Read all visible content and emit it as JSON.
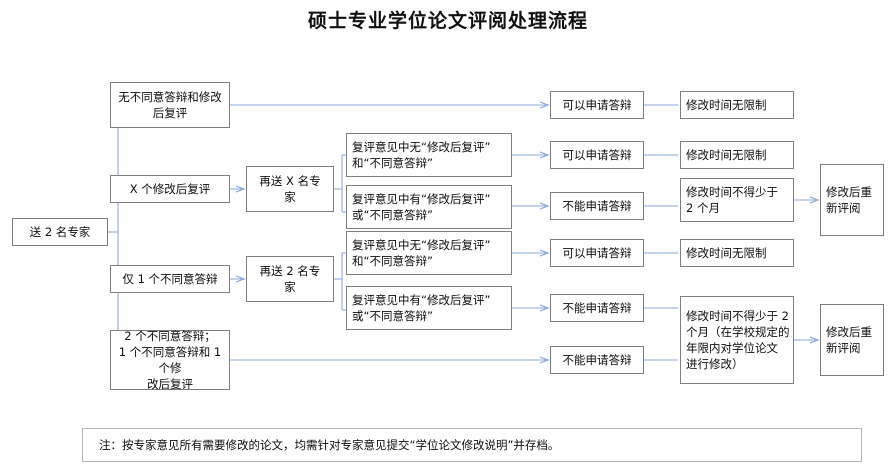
{
  "page": {
    "title": "硕士专业学位论文评阅处理流程",
    "accent_line_color": "#8faadc",
    "box_border_color": "#7f7f7f",
    "note_border_color": "#b7b7b7",
    "background": "#ffffff"
  },
  "nodes": {
    "start": {
      "label": "送 2 名专家"
    },
    "branch_a": {
      "label": "无不同意答辩和修改\n后复评"
    },
    "branch_b": {
      "label": "X 个修改后复评"
    },
    "branch_c": {
      "label": "仅 1 个不同意答辩"
    },
    "branch_d": {
      "label": "2 个不同意答辩；\n1 个不同意答辩和 1 个修\n改后复评"
    },
    "resend_x": {
      "label": "再送 X 名专\n家"
    },
    "resend_2": {
      "label": "再送 2 名专\n家"
    },
    "review_b1": {
      "label": "复评意见中无“修改后复评”\n和“不同意答辩”"
    },
    "review_b2": {
      "label": "复评意见中有“修改后复评”\n或“不同意答辩”"
    },
    "review_c1": {
      "label": "复评意见中无“修改后复评”\n和“不同意答辩”"
    },
    "review_c2": {
      "label": "复评意见中有“修改后复评”\n或“不同意答辩”"
    },
    "result_a": {
      "label": "可以申请答辩"
    },
    "result_b1": {
      "label": "可以申请答辩"
    },
    "result_b2": {
      "label": "不能申请答辩"
    },
    "result_c1": {
      "label": "可以申请答辩"
    },
    "result_c2": {
      "label": "不能申请答辩"
    },
    "result_d": {
      "label": "不能申请答辩"
    },
    "time_a": {
      "label": "修改时间无限制"
    },
    "time_b1": {
      "label": "修改时间无限制"
    },
    "time_b2": {
      "label": "修改时间不得少于\n2 个月"
    },
    "time_c1": {
      "label": "修改时间无限制"
    },
    "time_cd": {
      "label": "修改时间不得少于 2\n个月（在学校规定的\n年限内对学位论文\n进行修改）"
    },
    "reeval_top": {
      "label": "修改后重\n新评阅"
    },
    "reeval_bottom": {
      "label": "修改后重\n新评阅"
    }
  },
  "footer": {
    "note": "注：按专家意见所有需要修改的论文，均需针对专家意见提交“学位论文修改说明”并存档。"
  }
}
